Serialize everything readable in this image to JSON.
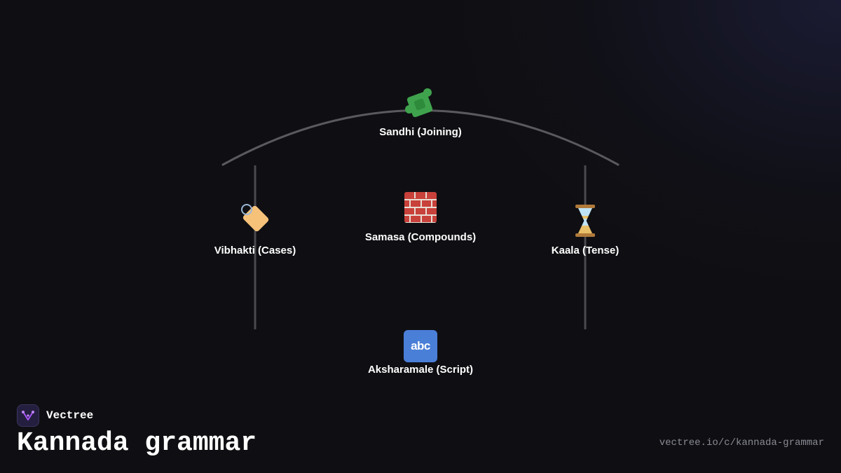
{
  "brand": {
    "name": "Vectree",
    "logo_icon": "vectree-logo-icon",
    "accent": "#a855f7"
  },
  "title": "Kannada grammar",
  "url": "vectree.io/c/kannada-grammar",
  "diagram": {
    "line_color": "#5a5a5e",
    "nodes": [
      {
        "id": "sandhi",
        "label": "Sandhi (Joining)",
        "icon": "puzzle-piece-icon"
      },
      {
        "id": "samasa",
        "label": "Samasa (Compounds)",
        "icon": "bricks-icon"
      },
      {
        "id": "vibhakti",
        "label": "Vibhakti (Cases)",
        "icon": "label-tag-icon"
      },
      {
        "id": "kaala",
        "label": "Kaala (Tense)",
        "icon": "hourglass-icon"
      },
      {
        "id": "aksharamale",
        "label": "Aksharamale (Script)",
        "icon": "abc-letters-icon"
      }
    ]
  }
}
